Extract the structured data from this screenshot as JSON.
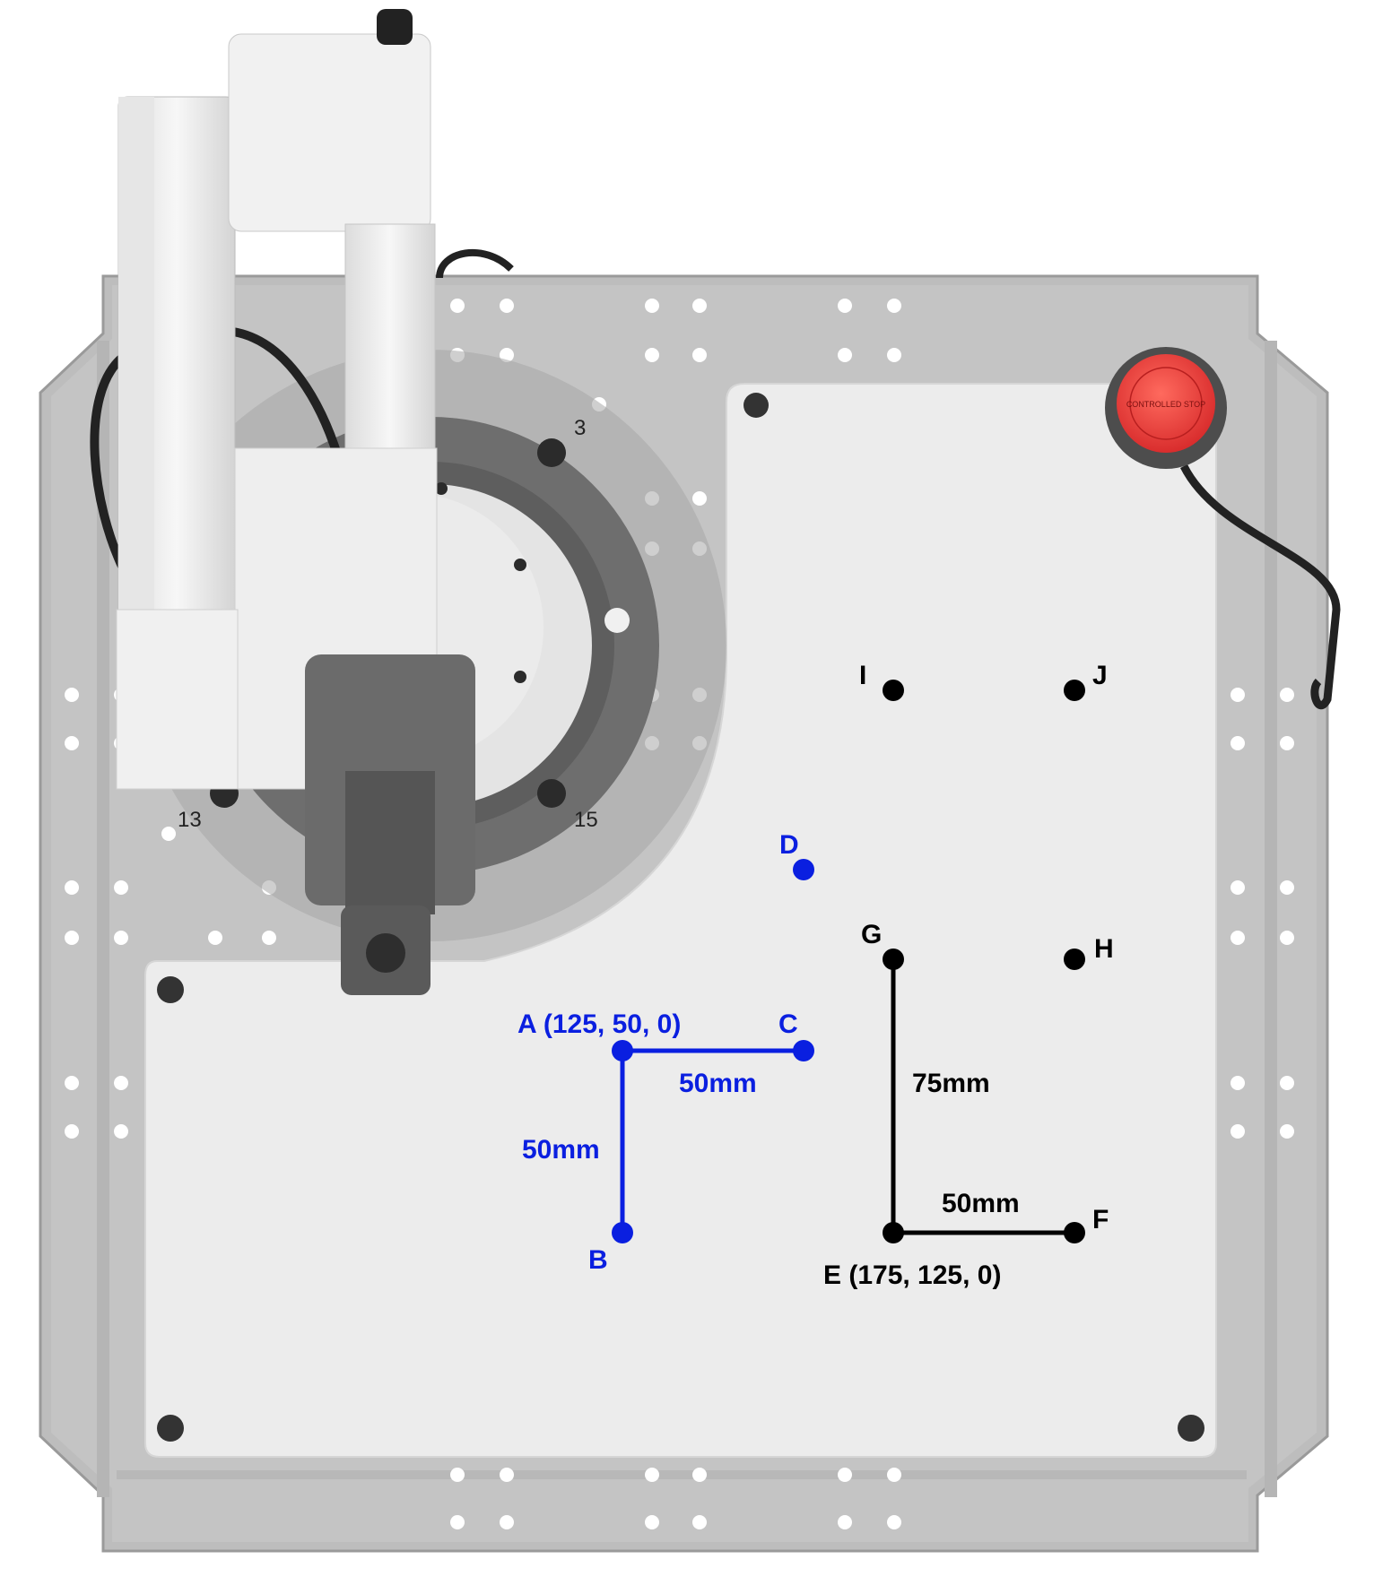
{
  "ring_numbers": {
    "top_right": "3",
    "bottom_left": "13",
    "bottom_right": "15"
  },
  "estop": {
    "text_outer": "CONTROLLED STOP",
    "color": "#e23a3a"
  },
  "points": {
    "A": {
      "label": "A (125, 50, 0)",
      "color": "#0a1fe0"
    },
    "B": {
      "label": "B",
      "color": "#0a1fe0"
    },
    "C": {
      "label": "C",
      "color": "#0a1fe0"
    },
    "D": {
      "label": "D",
      "color": "#0a1fe0"
    },
    "E": {
      "label": "E (175, 125, 0)",
      "color": "#000000"
    },
    "F": {
      "label": "F",
      "color": "#000000"
    },
    "G": {
      "label": "G",
      "color": "#000000"
    },
    "H": {
      "label": "H",
      "color": "#000000"
    },
    "I": {
      "label": "I",
      "color": "#000000"
    },
    "J": {
      "label": "J",
      "color": "#000000"
    }
  },
  "dimensions": {
    "ac": "50mm",
    "ab": "50mm",
    "eg": "75mm",
    "ef": "50mm"
  }
}
